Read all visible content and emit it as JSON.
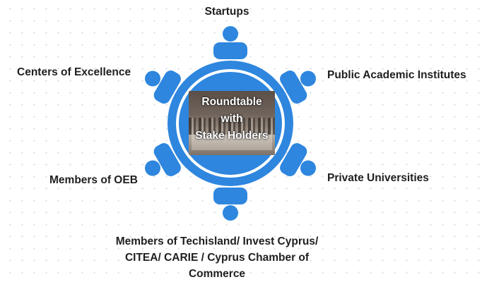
{
  "title": {
    "lines": [
      "Roundtable",
      "with",
      "Stake Holders"
    ]
  },
  "stakeholders": {
    "top": "Startups",
    "top_left": "Centers of Excellence",
    "top_right": "Public Academic Institutes",
    "bottom_left": "Members of OEB",
    "bottom_right": "Private Universities",
    "bottom_lines": [
      "Members of Techisland/ Invest Cyprus/",
      "CITEA/ CARIE / Cyprus Chamber of",
      "Commerce"
    ]
  },
  "colors": {
    "accent": "#2e86de",
    "ring": "#ffffff",
    "text": "#1f1f1f"
  },
  "icons": [
    "person-icon"
  ]
}
